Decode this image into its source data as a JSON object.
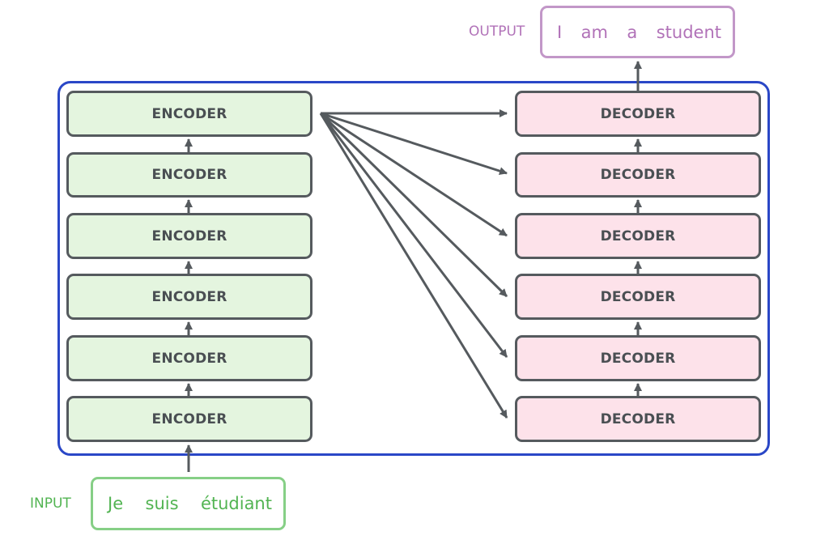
{
  "encoders": [
    "ENCODER",
    "ENCODER",
    "ENCODER",
    "ENCODER",
    "ENCODER",
    "ENCODER"
  ],
  "decoders": [
    "DECODER",
    "DECODER",
    "DECODER",
    "DECODER",
    "DECODER",
    "DECODER"
  ],
  "input": {
    "label": "INPUT",
    "tokens": [
      "Je",
      "suis",
      "étudiant"
    ]
  },
  "output": {
    "label": "OUTPUT",
    "tokens": [
      "I",
      "am",
      "a",
      "student"
    ]
  },
  "colors": {
    "container": "#2a47c7",
    "box_border": "#555a5e",
    "encoder_fill": "#e4f5df",
    "decoder_fill": "#fde2ea",
    "input": "#52b452",
    "output": "#b172b8",
    "arrow": "#555a5e"
  }
}
